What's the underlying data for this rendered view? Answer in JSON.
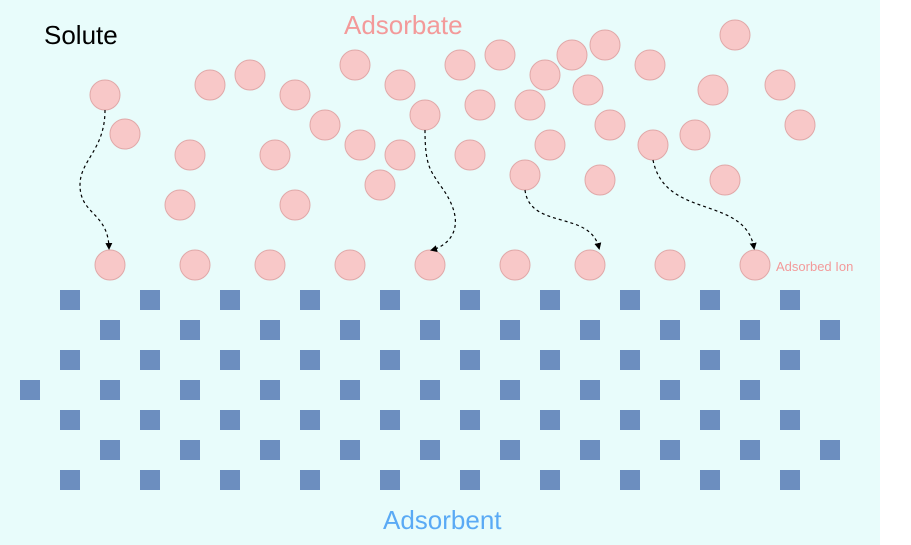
{
  "labels": {
    "solute": "Solute",
    "adsorbate": "Adsorbate",
    "adsorbent": "Adsorbent",
    "adsorbed_ion": "Adsorbed Ion"
  },
  "colors": {
    "background": "#e8fcfb",
    "particle_fill": "#f8c8c8",
    "particle_stroke": "#e0a8a8",
    "adsorbate_text": "#f39a9a",
    "adsorbent_text": "#5aaaf5",
    "square_fill": "#6c8ebf",
    "arrow": "#000000"
  },
  "icons": {
    "particle": "circle",
    "adsorbent_site": "square",
    "path": "dashed-arrow"
  }
}
